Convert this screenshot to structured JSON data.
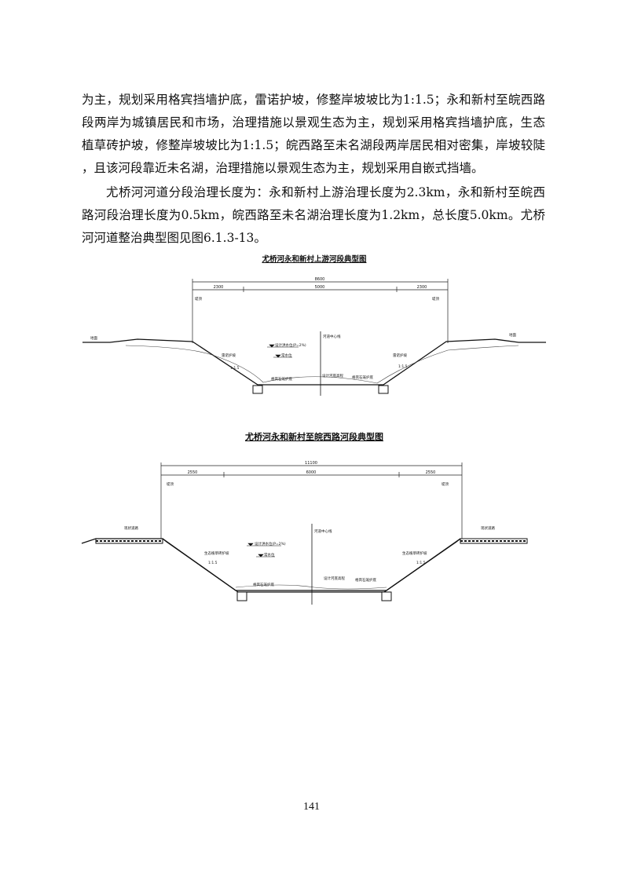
{
  "body": {
    "para1_lines": [
      "为主，规划采用格宾挡墙护底，雷诺护坡，修整岸坡坡比为1:1.5；永和新村至皖西路",
      "段两岸为城镇居民和市场，治理措施以景观生态为主，规划采用格宾挡墙护底，生态",
      "植草砖护坡，修整岸坡坡比为1:1.5；皖西路至未名湖段两岸居民相对密集，岸坡较陡",
      "，且该河段靠近未名湖，治理措施以景观生态为主，规划采用自嵌式挡墙。"
    ],
    "para2_lines": [
      "尤桥河河道分段治理长度为：永和新村上游治理长度为2.3km，永和新村至皖西",
      "路河段治理长度为0.5km，皖西路至未名湖治理长度为1.2km，总长度5.0km。尤桥",
      "河河道整治典型图见图6.1.3-13。"
    ]
  },
  "figures": [
    {
      "title": "尤桥河永和新村上游河段典型图",
      "dims": {
        "total": "8600",
        "left": "2300",
        "middle": "5000",
        "right": "2300"
      },
      "labels": {
        "left_edge": "堤顶",
        "right_edge": "堤顶",
        "left_ground": "地面",
        "right_ground": "地面",
        "flood_level": "设计洪水位(P=2%)",
        "normal_level": "常水位",
        "centerline": "河道中心线",
        "left_slope": "雷诺护坡",
        "right_slope": "雷诺护坡",
        "left_ratio": "1:1.5",
        "right_ratio": "1:1.5",
        "left_base": "格宾石笼护底",
        "right_base": "格宾石笼护底",
        "bed": "设计河底高程"
      }
    },
    {
      "title": "尤桥河永和新村至皖西路河段典型图",
      "dims": {
        "total": "11100",
        "left": "2550",
        "middle": "6000",
        "right": "2550"
      },
      "labels": {
        "left_edge": "堤顶",
        "right_edge": "堤顶",
        "left_ground": "现状道路",
        "right_ground": "现状道路",
        "flood_level": "设计洪水位(P=2%)",
        "normal_level": "常水位",
        "centerline": "河道中心线",
        "left_slope": "生态植草砖护坡",
        "right_slope": "生态植草砖护坡",
        "left_ratio": "1:1.5",
        "right_ratio": "1:1.5",
        "left_base": "格宾石笼护底",
        "right_base": "格宾石笼护底",
        "bed": "设计河底高程"
      }
    }
  ],
  "page_number": "141"
}
